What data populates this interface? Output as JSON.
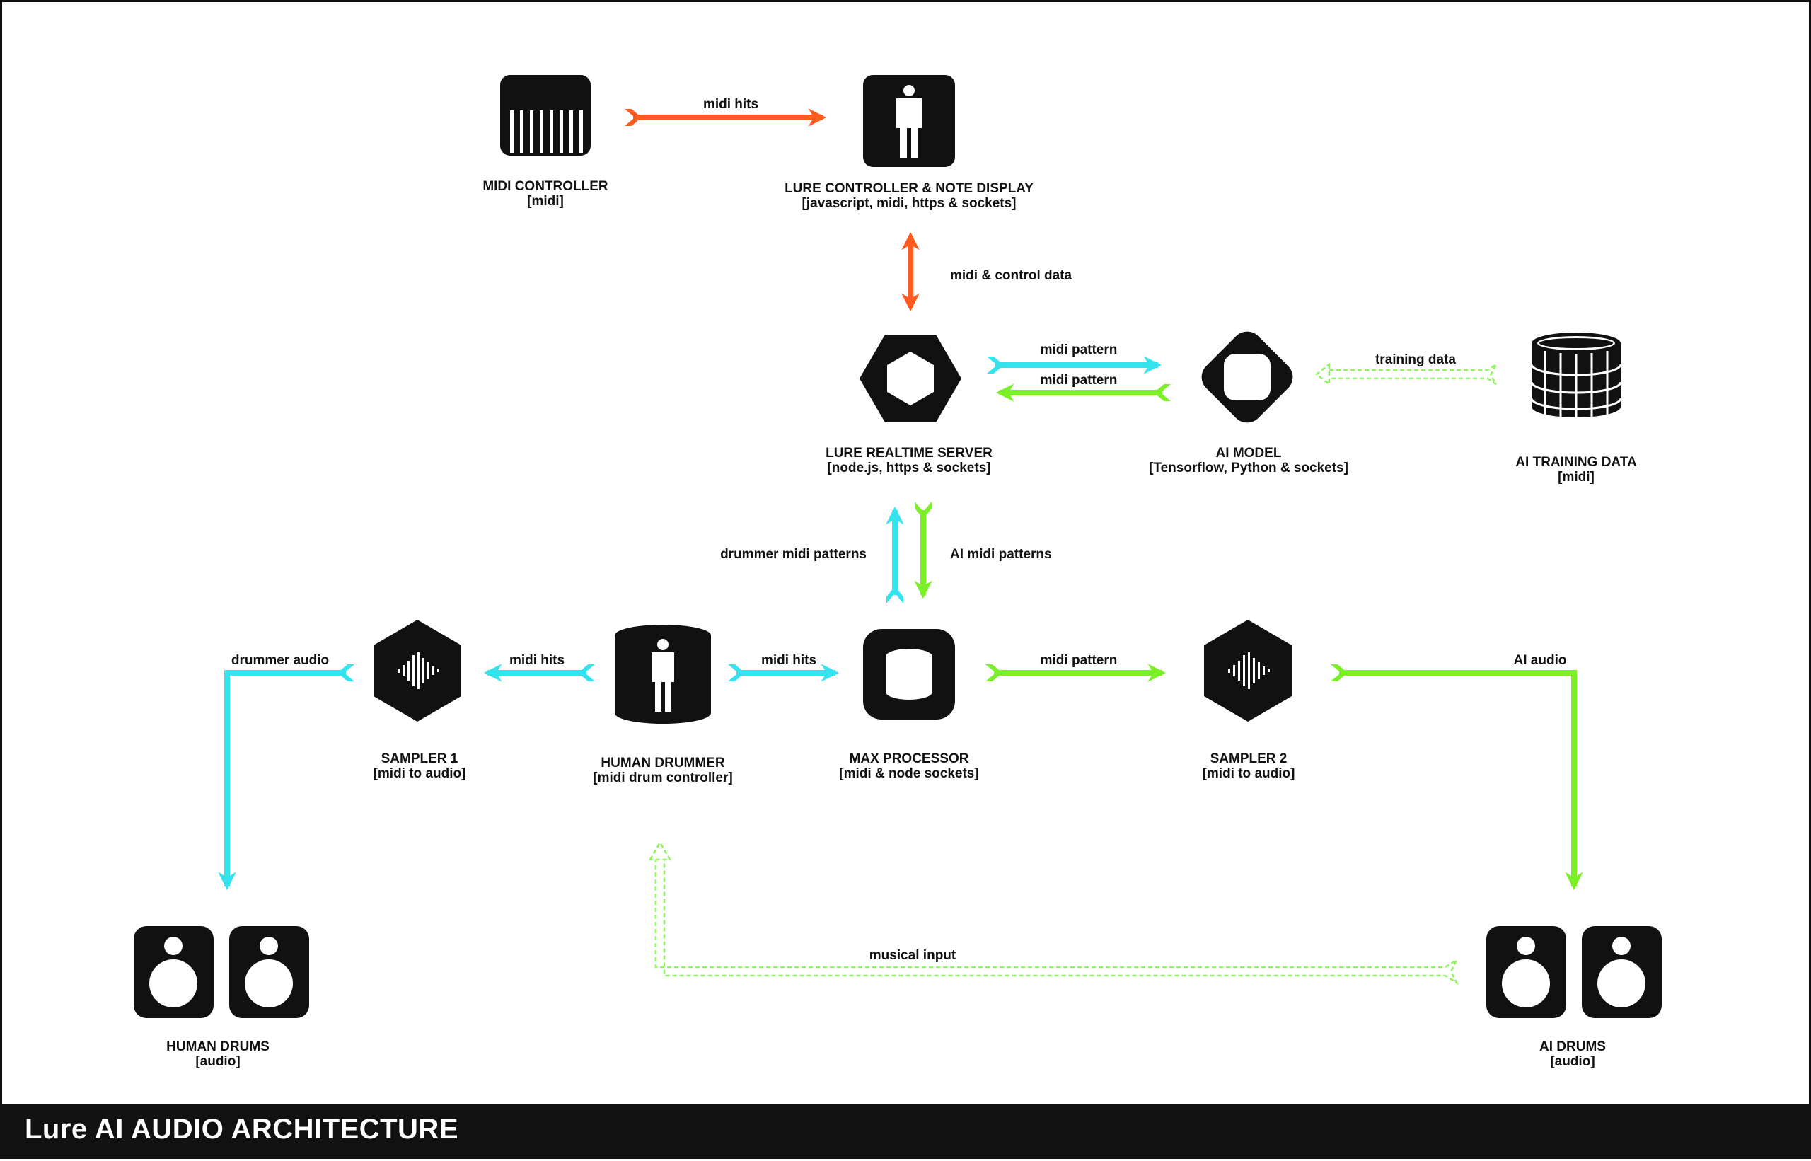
{
  "footer": {
    "title": "Lure AI AUDIO ARCHITECTURE"
  },
  "colors": {
    "orange": "#ff5a1f",
    "cyan": "#33e3ee",
    "green": "#7cf027",
    "dark": "#111111",
    "dashed_green": "#8ef45a"
  },
  "nodes": {
    "midi_controller": {
      "name": "MIDI CONTROLLER",
      "sub": "[midi]",
      "icon": "keyboard-icon"
    },
    "lure_controller": {
      "name": "LURE CONTROLLER & NOTE DISPLAY",
      "sub": "[javascript, midi, https & sockets]",
      "icon": "person-icon"
    },
    "lure_server": {
      "name": "LURE REALTIME SERVER",
      "sub": "[node.js, https & sockets]",
      "icon": "hexagon-server-icon"
    },
    "ai_model": {
      "name": "AI MODEL",
      "sub": "[Tensorflow, Python & sockets]",
      "icon": "rounded-diamond-icon"
    },
    "ai_training": {
      "name": "AI TRAINING DATA",
      "sub": "[midi]",
      "icon": "database-icon"
    },
    "sampler1": {
      "name": "SAMPLER 1",
      "sub": "[midi to audio]",
      "icon": "waveform-hexagon-icon"
    },
    "human_drummer": {
      "name": "HUMAN DRUMMER",
      "sub": "[midi drum controller]",
      "icon": "drummer-icon"
    },
    "max_processor": {
      "name": "MAX PROCESSOR",
      "sub": "[midi & node sockets]",
      "icon": "processor-icon"
    },
    "sampler2": {
      "name": "SAMPLER 2",
      "sub": "[midi to audio]",
      "icon": "waveform-hexagon-icon"
    },
    "human_drums": {
      "name": "HUMAN DRUMS",
      "sub": "[audio]",
      "icon": "speakers-icon"
    },
    "ai_drums": {
      "name": "AI DRUMS",
      "sub": "[audio]",
      "icon": "speakers-icon"
    }
  },
  "edges": {
    "midi_hits_top": "midi hits",
    "midi_control": "midi & control data",
    "midi_pattern_1": "midi pattern",
    "midi_pattern_2": "midi pattern",
    "training_data": "training data",
    "drummer_midi_patterns": "drummer midi patterns",
    "ai_midi_patterns": "AI midi patterns",
    "drummer_audio": "drummer audio",
    "midi_hits_left": "midi hits",
    "midi_hits_right": "midi hits",
    "midi_pattern_3": "midi pattern",
    "ai_audio": "AI audio",
    "musical_input": "musical input"
  }
}
